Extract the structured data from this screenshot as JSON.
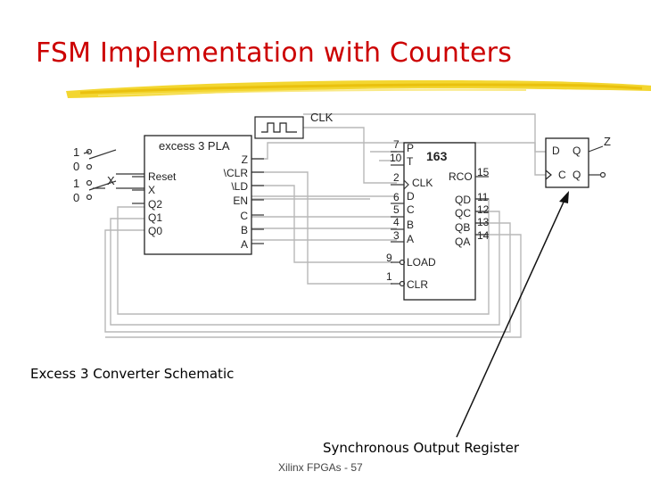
{
  "slide": {
    "title": "FSM Implementation with Counters",
    "caption_left": "Excess 3 Converter Schematic",
    "caption_right": "Synchronous Output Register",
    "footer": "Xilinx FPGAs - 57"
  },
  "schematic": {
    "clock_label": "CLK",
    "switch_labels": [
      "1",
      "0",
      "1",
      "0"
    ],
    "x_input_label": "X",
    "pla": {
      "title": "excess 3 PLA",
      "inputs": [
        "Reset",
        "X",
        "Q2",
        "Q1",
        "Q0"
      ],
      "outputs": [
        "Z",
        "\\CLR",
        "\\LD",
        "EN",
        "C",
        "B",
        "A"
      ]
    },
    "counter": {
      "part": "163",
      "left_pins": [
        {
          "num": "7",
          "label": "P"
        },
        {
          "num": "10",
          "label": "T"
        },
        {
          "num": "2",
          "label": "CLK"
        },
        {
          "num": "6",
          "label": "D"
        },
        {
          "num": "5",
          "label": "C"
        },
        {
          "num": "4",
          "label": "B"
        },
        {
          "num": "3",
          "label": "A"
        },
        {
          "num": "9",
          "label": "LOAD"
        },
        {
          "num": "1",
          "label": "CLR"
        }
      ],
      "right_pins": [
        {
          "num": "15",
          "label": "RCO"
        },
        {
          "num": "11",
          "label": "QD"
        },
        {
          "num": "12",
          "label": "QC"
        },
        {
          "num": "13",
          "label": "QB"
        },
        {
          "num": "14",
          "label": "QA"
        }
      ]
    },
    "flipflop": {
      "labels": [
        "D",
        "Q",
        "C",
        "Q"
      ],
      "output_label": "Z"
    }
  }
}
